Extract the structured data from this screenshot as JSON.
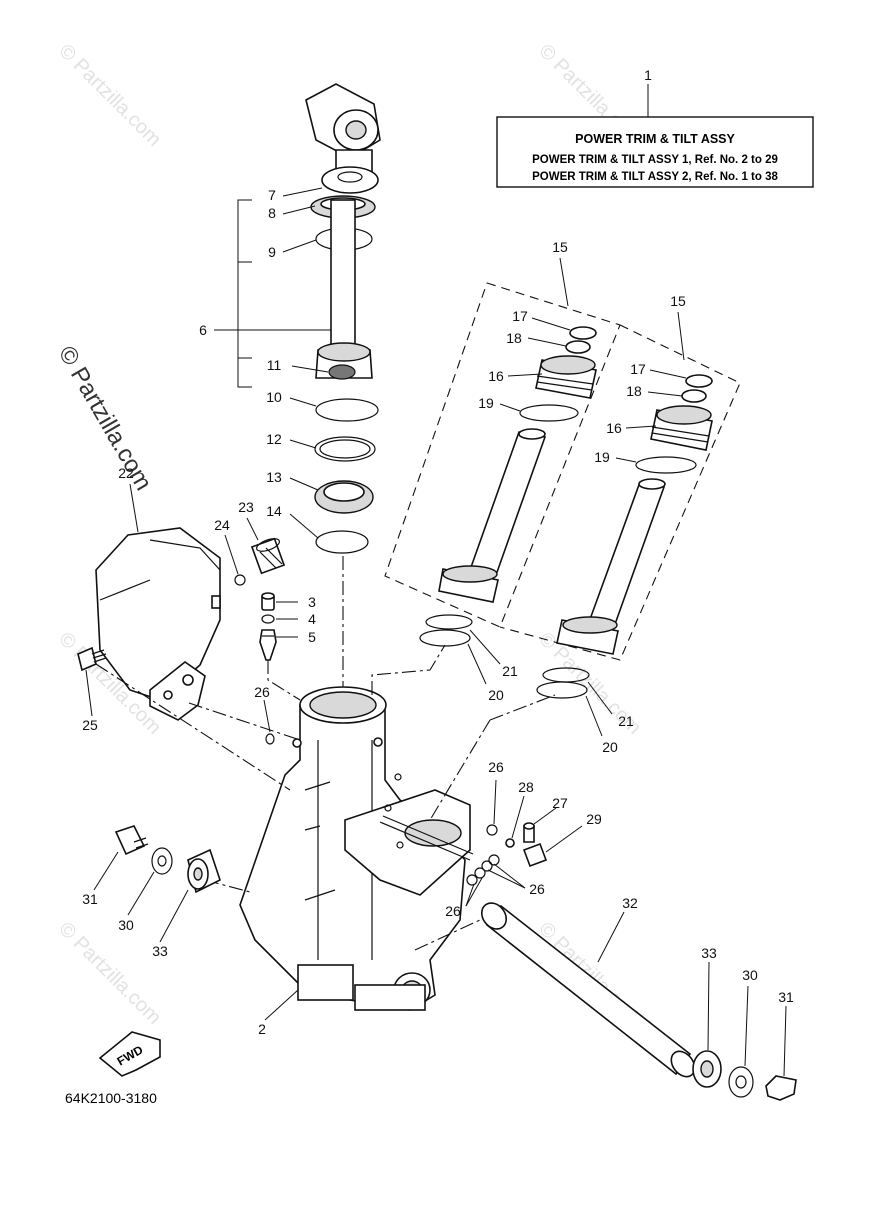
{
  "title_box": {
    "heading": "POWER TRIM & TILT ASSY",
    "line1": "POWER TRIM & TILT ASSY 1,  Ref. No. 2 to 29",
    "line2": "POWER TRIM & TILT ASSY 2,  Ref. No. 1 to 38"
  },
  "watermark": "© Partzilla.com",
  "diagram_code": "64K2100-3180",
  "fwd_label": "FWD",
  "callouts": {
    "c1": "1",
    "c2": "2",
    "c3": "3",
    "c4": "4",
    "c5": "5",
    "c6": "6",
    "c7": "7",
    "c8": "8",
    "c9": "9",
    "c10": "10",
    "c11": "11",
    "c12": "12",
    "c13": "13",
    "c14": "14",
    "c15a": "15",
    "c15b": "15",
    "c16a": "16",
    "c16b": "16",
    "c17a": "17",
    "c17b": "17",
    "c18a": "18",
    "c18b": "18",
    "c19a": "19",
    "c19b": "19",
    "c20a": "20",
    "c20b": "20",
    "c21a": "21",
    "c21b": "21",
    "c22": "22",
    "c23": "23",
    "c24": "24",
    "c25": "25",
    "c26a": "26",
    "c26b": "26",
    "c26c": "26",
    "c26d": "26",
    "c27": "27",
    "c28": "28",
    "c29": "29",
    "c30a": "30",
    "c30b": "30",
    "c31a": "31",
    "c31b": "31",
    "c32": "32",
    "c33a": "33",
    "c33b": "33"
  }
}
